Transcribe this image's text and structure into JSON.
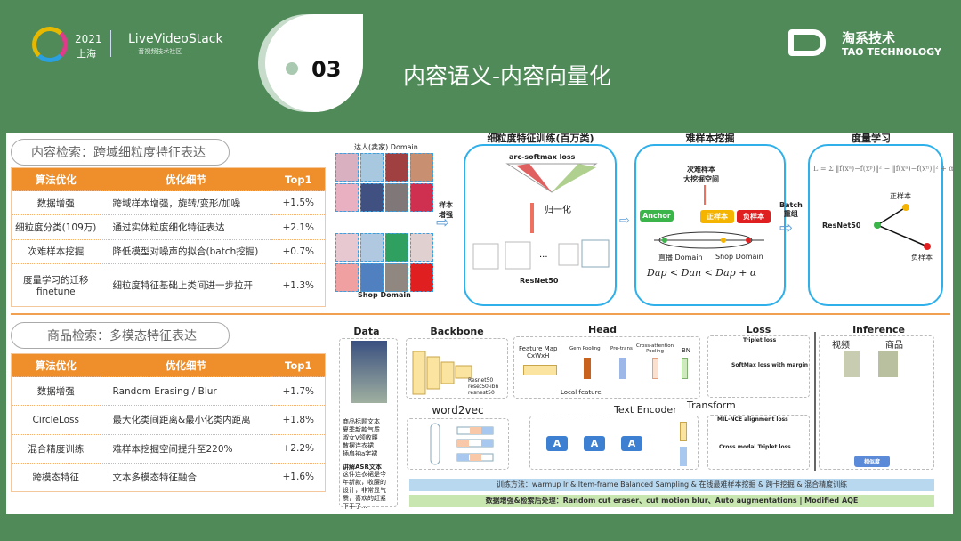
{
  "header": {
    "event_year": "2021",
    "event_city": "上海",
    "brand": "LiveVideoStack",
    "brand_sub": "— 音视频技术社区 —",
    "section_number": "03",
    "title": "内容语义-内容向量化",
    "company_cn": "淘系技术",
    "company_en": "TAO TECHNOLOGY"
  },
  "colors": {
    "background": "#4f8a58",
    "table_header": "#ef8f2c",
    "diagram_border": "#2fb0ea",
    "anchor": "#3bb54a",
    "positive": "#f5b400",
    "negative": "#e02020"
  },
  "content_retrieval": {
    "title": "内容检索：跨域细粒度特征表达",
    "columns": [
      "算法优化",
      "优化细节",
      "Top1"
    ],
    "rows": [
      [
        "数据增强",
        "跨域样本增强，旋转/变形/加噪",
        "+1.5%"
      ],
      [
        "细粒度分类(109万)",
        "通过实体粒度细化特征表达",
        "+2.1%"
      ],
      [
        "次难样本挖掘",
        "降低模型对噪声的拟合(batch挖掘)",
        "+0.7%"
      ],
      [
        "度量学习的迁移finetune",
        "细粒度特征基础上类间进一步拉开",
        "+1.3%"
      ]
    ]
  },
  "product_retrieval": {
    "title": "商品检索：多模态特征表达",
    "columns": [
      "算法优化",
      "优化细节",
      "Top1"
    ],
    "rows": [
      [
        "数据增强",
        "Random Erasing / Blur",
        "+1.7%"
      ],
      [
        "CircleLoss",
        "最大化类间距离&最小化类内距离",
        "+1.8%"
      ],
      [
        "混合精度训练",
        "难样本挖掘空间提升至220%",
        "+2.2%"
      ],
      [
        "跨模态特征",
        "文本多模态特征融合",
        "+1.6%"
      ]
    ]
  },
  "top_diagram": {
    "domain_a": "达人(卖家) Domain",
    "domain_b": "Shop Domain",
    "augment": "样本增强",
    "stage1": {
      "title": "细粒度特征训练(百万类)",
      "loss": "arc-softmax loss",
      "normalize": "归一化",
      "backbone": "ResNet50"
    },
    "stage2": {
      "title": "难样本挖掘",
      "note": "次难样本\n大挖掘空间",
      "anchor": "Anchor",
      "positive": "正样本",
      "negative": "负样本",
      "domain_live": "直播 Domain",
      "domain_shop": "Shop Domain",
      "formula": "Dap < Dan < Dap + α"
    },
    "batch": "Batch\n重组",
    "stage3": {
      "title": "度量学习",
      "backbone": "ResNet50",
      "positive": "正样本",
      "negative": "负样本"
    }
  },
  "bottom_diagram": {
    "data": "Data",
    "backbone": "Backbone",
    "backbone_list": [
      "Resnet50",
      "reset50-ibn",
      "resnest50"
    ],
    "head": "Head",
    "head_items": [
      "Feature Map\nCxWxH",
      "Gem Pooling",
      "Pre-trans",
      "Cross-attention\nPooling",
      "BN"
    ],
    "local_feature": "Local feature",
    "word2vec": "word2vec",
    "text_encoder": "Text Encoder",
    "transform": "Transform",
    "title_text": "商品标题文本\n夏季新款气质\n淑女V领收腰\n散摆连衣裙\n插肩袖a字裙",
    "asr_title": "讲解ASR文本",
    "asr_text": "这件连衣裙是今\n年新款，收腰的\n设计，非常显气\n质，喜欢的赶紧\n下手了...",
    "loss": "Loss",
    "loss_items": [
      "Triplet loss",
      "SoftMax loss with margin",
      "MIL-NCE alignment loss",
      "Cross modal Triplet loss"
    ],
    "inference": "Inference",
    "video": "视频",
    "product": "商品",
    "similarity": "相似度",
    "training": "训练方法：warmup lr & Item-frame Balanced Sampling & 在线最难样本挖掘 & 跨卡挖掘 & 混合精度训练",
    "postprocess": "数据增强&检索后处理：Random cut eraser、cut motion blur、Auto augmentations | Modified AQE"
  }
}
